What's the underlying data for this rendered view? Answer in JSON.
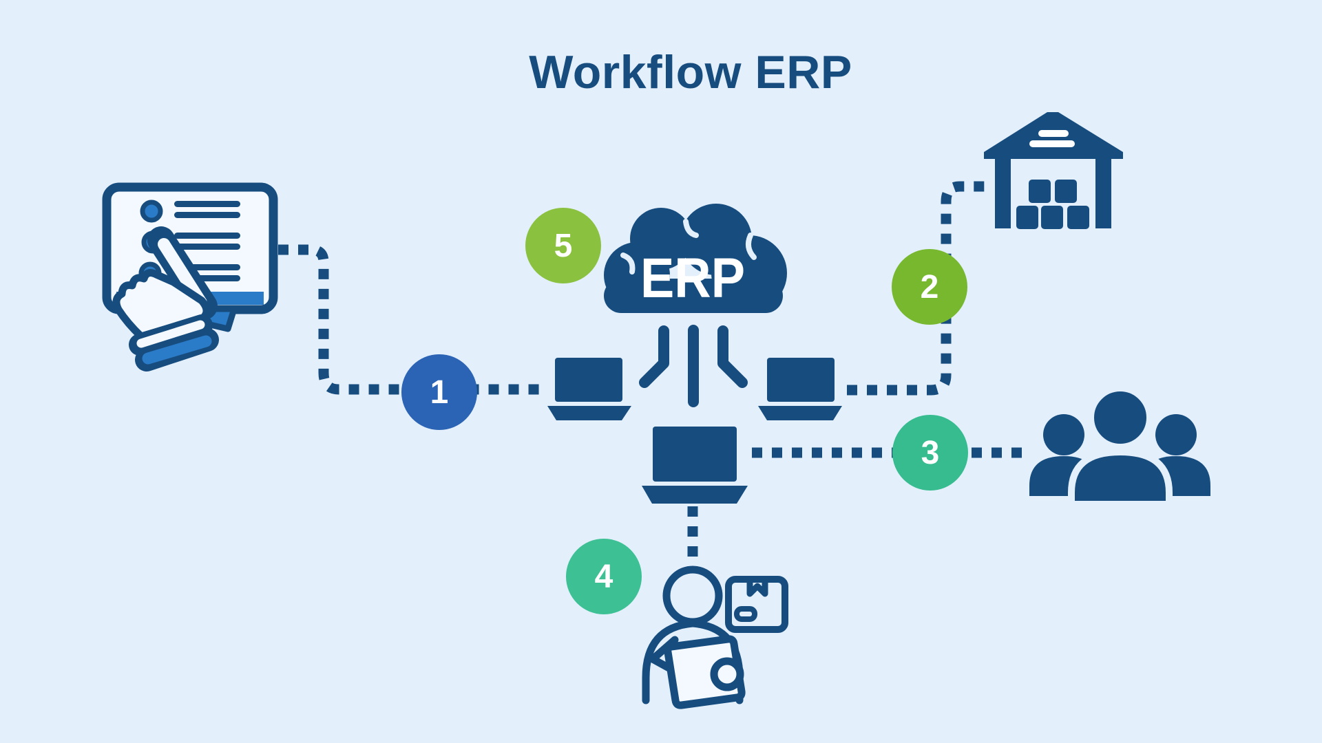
{
  "title": "Workflow ERP",
  "cloud": {
    "label": "ERP"
  },
  "steps": [
    {
      "number": "1",
      "color": "#2B63B5"
    },
    {
      "number": "2",
      "color": "#77B82F"
    },
    {
      "number": "3",
      "color": "#36BC8E"
    },
    {
      "number": "4",
      "color": "#3DC094"
    },
    {
      "number": "5",
      "color": "#8AC13F"
    }
  ],
  "colors": {
    "background": "#E3F0FB",
    "navy": "#174C7F",
    "medium_blue": "#2A7CC8",
    "white": "#FFFFFF"
  },
  "icons": [
    "order-form-hand-icon",
    "erp-cloud-icon",
    "laptop-left-icon",
    "laptop-right-icon",
    "laptop-center-icon",
    "warehouse-icon",
    "team-icon",
    "delivery-person-icon",
    "package-icon"
  ]
}
